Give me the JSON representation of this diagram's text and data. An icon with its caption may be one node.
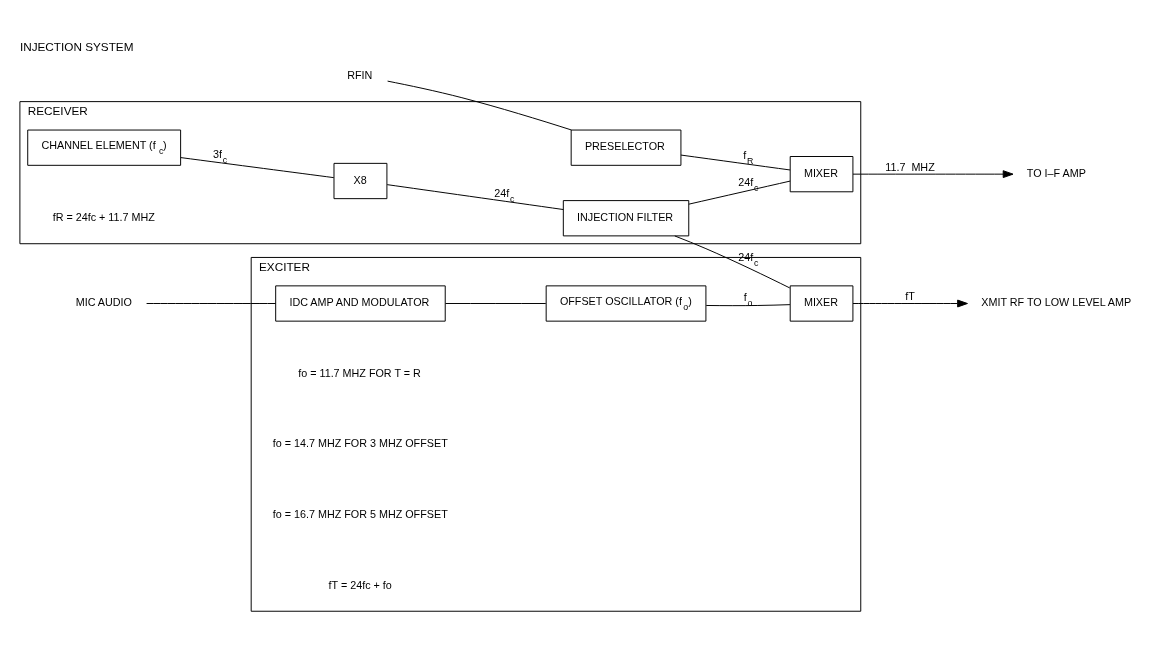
{
  "diagram": {
    "title": "INJECTION SYSTEM",
    "nodes": [
      {
        "text": [
          "EXCITER"
        ],
        "beside": [
          "fo = 11.7 MHZ FOR T = R",
          "fo = 14.7 MHZ FOR 3 MHZ OFFSET",
          "fo = 16.7 MHZ FOR 5 MHZ OFFSET",
          "fT = 24fc + fo"
        ]
      },
      {
        "text": [
          "MIC AUDIO"
        ]
      },
      {
        "text": [
          "IDC AMP AND MODULATOR"
        ],
        "in": 0
      },
      {
        "text": [
          "OFFSET OSCILLATOR (f$_{o}$)"
        ],
        "in": 0
      },
      {
        "text": [
          "MIXER"
        ],
        "in": 0
      },
      {
        "text": [
          "XMIT RF TO LOW LEVEL AMP"
        ]
      },
      {
        "text": [
          "RECEIVER"
        ],
        "beside": [
          "fR = 24fc + 11.7 MHZ"
        ]
      },
      {
        "text": [
          "CHANNEL ELEMENT (f$_{c}$)"
        ],
        "in": 6
      },
      {
        "text": [
          "X8"
        ],
        "in": 6
      },
      {
        "text": [
          "INJECTION FILTER"
        ],
        "in": 6
      },
      {
        "text": [
          "PRESELECTOR"
        ],
        "in": 6
      },
      {
        "text": [
          "MIXER"
        ],
        "in": 6
      },
      {
        "text": [
          "RFIN"
        ]
      },
      {
        "text": [
          "TO I–F AMP"
        ]
      }
    ],
    "edges": [
      {
        "from": 1,
        "to": 2,
        "arrow": "none"
      },
      {
        "from": 2,
        "to": 3,
        "arrow": "none"
      },
      {
        "from": 3,
        "to": 4,
        "arrow": "none",
        "label": "f$_{o}$"
      },
      {
        "from": 4,
        "to": 5,
        "arrow": "to",
        "label": "fT"
      },
      {
        "from": 7,
        "to": 8,
        "arrow": "none",
        "label": "3f$_{c}$"
      },
      {
        "from": 8,
        "to": 9,
        "arrow": "none",
        "label": "24f$_{c}$"
      },
      {
        "from": 9,
        "to": 4,
        "arrow": "none",
        "label": "24f$_{c}$"
      },
      {
        "from": 9,
        "to": 11,
        "arrow": "none",
        "label": "24f$_{c}$"
      },
      {
        "from": 12,
        "to": 10,
        "arrow": "none"
      },
      {
        "from": 10,
        "to": 11,
        "arrow": "none",
        "label": "f$_{R}$"
      },
      {
        "from": 11,
        "to": 13,
        "arrow": "to",
        "label": "11.7  MHZ"
      }
    ]
  }
}
